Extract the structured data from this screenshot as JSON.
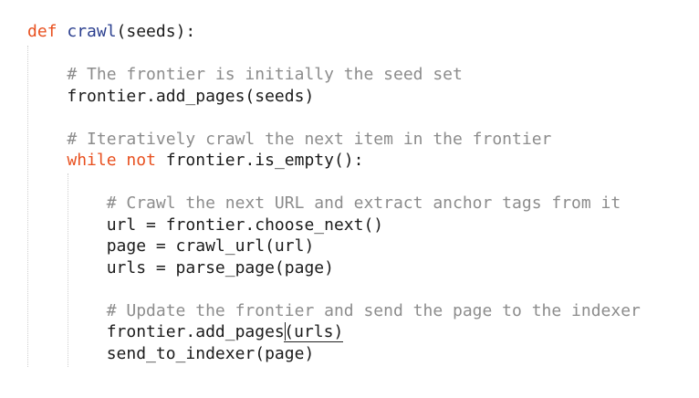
{
  "editor": {
    "lines": [
      {
        "indent": 0,
        "tokens": [
          {
            "t": "def",
            "c": "kw"
          },
          {
            "t": " "
          },
          {
            "t": "crawl",
            "c": "fn"
          },
          {
            "t": "(seeds):"
          }
        ]
      },
      {
        "indent": 0,
        "tokens": []
      },
      {
        "indent": 1,
        "tokens": [
          {
            "t": "# The frontier is initially the seed set",
            "c": "cm"
          }
        ]
      },
      {
        "indent": 1,
        "tokens": [
          {
            "t": "frontier.add_pages(seeds)"
          }
        ]
      },
      {
        "indent": 0,
        "tokens": []
      },
      {
        "indent": 1,
        "tokens": [
          {
            "t": "# Iteratively crawl the next item in the frontier",
            "c": "cm"
          }
        ]
      },
      {
        "indent": 1,
        "tokens": [
          {
            "t": "while",
            "c": "kw"
          },
          {
            "t": " "
          },
          {
            "t": "not",
            "c": "kw"
          },
          {
            "t": " frontier.is_empty():"
          }
        ]
      },
      {
        "indent": 0,
        "tokens": []
      },
      {
        "indent": 2,
        "tokens": [
          {
            "t": "# Crawl the next URL and extract anchor tags from it",
            "c": "cm"
          }
        ]
      },
      {
        "indent": 2,
        "tokens": [
          {
            "t": "url = frontier.choose_next()"
          }
        ]
      },
      {
        "indent": 2,
        "tokens": [
          {
            "t": "page = crawl_url(url)"
          }
        ]
      },
      {
        "indent": 2,
        "tokens": [
          {
            "t": "urls = parse_page(page)"
          }
        ]
      },
      {
        "indent": 0,
        "tokens": []
      },
      {
        "indent": 2,
        "tokens": [
          {
            "t": "# Update the frontier and send the page to the indexer",
            "c": "cm"
          }
        ]
      },
      {
        "indent": 2,
        "tokens": [
          {
            "t": "frontier.add_pages"
          },
          {
            "t": "",
            "c": "cursor"
          },
          {
            "t": "(urls",
            "c": "match"
          },
          {
            "t": ")",
            "c": "match"
          }
        ]
      },
      {
        "indent": 2,
        "tokens": [
          {
            "t": "send_to_indexer(page)"
          }
        ]
      }
    ]
  }
}
